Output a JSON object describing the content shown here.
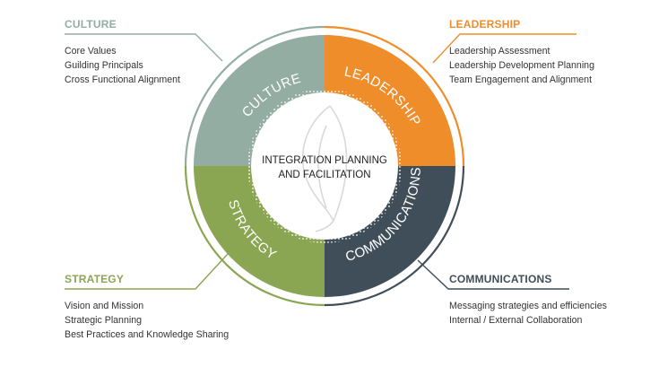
{
  "center": {
    "line1": "INTEGRATION PLANNING",
    "line2": "AND FACILITATION"
  },
  "quadrants": {
    "culture": {
      "label": "CULTURE",
      "color": "#93ada2"
    },
    "leadership": {
      "label": "LEADERSHIP",
      "color": "#ef8d2a"
    },
    "strategy": {
      "label": "STRATEGY",
      "color": "#8aa653"
    },
    "communications": {
      "label": "COMMUNICATIONS",
      "color": "#3f4e59"
    }
  },
  "panels": {
    "culture": {
      "title": "CULTURE",
      "items": [
        "Core Values",
        "Guilding Principals",
        "Cross Functional Alignment"
      ]
    },
    "leadership": {
      "title": "LEADERSHIP",
      "items": [
        "Leadership Assessment",
        "Leadership Development Planning",
        "Team Engagement and Alignment"
      ]
    },
    "strategy": {
      "title": "STRATEGY",
      "items": [
        "Vision and Mission",
        "Strategic Planning",
        "Best Practices and Knowledge Sharing"
      ]
    },
    "communications": {
      "title": "COMMUNICATIONS",
      "items": [
        "Messaging strategies and efficiencies",
        "Internal / External Collaboration"
      ]
    }
  }
}
